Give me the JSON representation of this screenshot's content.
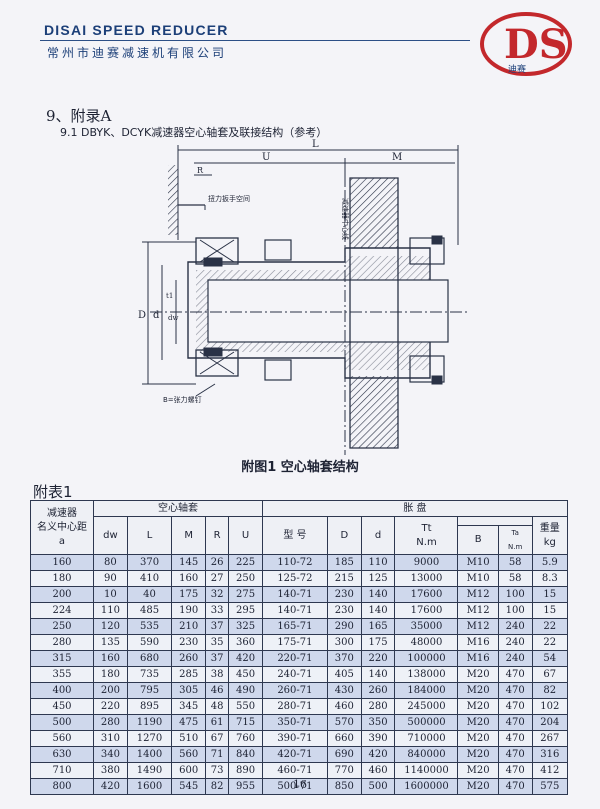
{
  "header": {
    "brand_en": "DISAI SPEED REDUCER",
    "brand_cn": "常州市迪赛减速机有限公司",
    "logo_letters": "DS",
    "logo_text": "迪赛"
  },
  "section": {
    "title": "9、附录A",
    "subtitle": "9.1 DBYK、DCYK减速器空心轴套及联接结构（参考）"
  },
  "figure": {
    "labels": {
      "L": "L",
      "U": "U",
      "M": "M",
      "R": "R",
      "torque_space": "扭力扳手空间",
      "reducer_center": "减速器中心线",
      "D": "D",
      "d": "d",
      "dw": "dw",
      "t1": "t1",
      "B": "B=张力螺钉"
    },
    "caption": "附图1  空心轴套结构"
  },
  "table": {
    "title": "附表1",
    "group_headers": {
      "sleeve": "空心轴套",
      "disk": "胀      盘"
    },
    "headers": {
      "center_distance": [
        "减速器",
        "名义中心距",
        "a"
      ],
      "dw": "dw",
      "L": "L",
      "M": "M",
      "R": "R",
      "U": "U",
      "model": "型 号",
      "D": "D",
      "d": "d",
      "Tt": [
        "Tt",
        "N.m"
      ],
      "B": "B",
      "Ta": [
        "Ta",
        "N.m"
      ],
      "weight": [
        "重量",
        "kg"
      ]
    },
    "rows": [
      [
        "160",
        "80",
        "370",
        "145",
        "26",
        "225",
        "110-72",
        "185",
        "110",
        "9000",
        "M10",
        "58",
        "5.9"
      ],
      [
        "180",
        "90",
        "410",
        "160",
        "27",
        "250",
        "125-72",
        "215",
        "125",
        "13000",
        "M10",
        "58",
        "8.3"
      ],
      [
        "200",
        "10",
        "40",
        "175",
        "32",
        "275",
        "140-71",
        "230",
        "140",
        "17600",
        "M12",
        "100",
        "15"
      ],
      [
        "224",
        "110",
        "485",
        "190",
        "33",
        "295",
        "140-71",
        "230",
        "140",
        "17600",
        "M12",
        "100",
        "15"
      ],
      [
        "250",
        "120",
        "535",
        "210",
        "37",
        "325",
        "165-71",
        "290",
        "165",
        "35000",
        "M12",
        "240",
        "22"
      ],
      [
        "280",
        "135",
        "590",
        "230",
        "35",
        "360",
        "175-71",
        "300",
        "175",
        "48000",
        "M16",
        "240",
        "22"
      ],
      [
        "315",
        "160",
        "680",
        "260",
        "37",
        "420",
        "220-71",
        "370",
        "220",
        "100000",
        "M16",
        "240",
        "54"
      ],
      [
        "355",
        "180",
        "735",
        "285",
        "38",
        "450",
        "240-71",
        "405",
        "140",
        "138000",
        "M20",
        "470",
        "67"
      ],
      [
        "400",
        "200",
        "795",
        "305",
        "46",
        "490",
        "260-71",
        "430",
        "260",
        "184000",
        "M20",
        "470",
        "82"
      ],
      [
        "450",
        "220",
        "895",
        "345",
        "48",
        "550",
        "280-71",
        "460",
        "280",
        "245000",
        "M20",
        "470",
        "102"
      ],
      [
        "500",
        "280",
        "1190",
        "475",
        "61",
        "715",
        "350-71",
        "570",
        "350",
        "500000",
        "M20",
        "470",
        "204"
      ],
      [
        "560",
        "310",
        "1270",
        "510",
        "67",
        "760",
        "390-71",
        "660",
        "390",
        "710000",
        "M20",
        "470",
        "267"
      ],
      [
        "630",
        "340",
        "1400",
        "560",
        "71",
        "840",
        "420-71",
        "690",
        "420",
        "840000",
        "M20",
        "470",
        "316"
      ],
      [
        "710",
        "380",
        "1490",
        "600",
        "73",
        "890",
        "460-71",
        "770",
        "460",
        "1140000",
        "M20",
        "470",
        "412"
      ],
      [
        "800",
        "420",
        "1600",
        "545",
        "82",
        "955",
        "500-71",
        "850",
        "500",
        "1600000",
        "M20",
        "470",
        "575"
      ]
    ]
  },
  "page_number": "16"
}
